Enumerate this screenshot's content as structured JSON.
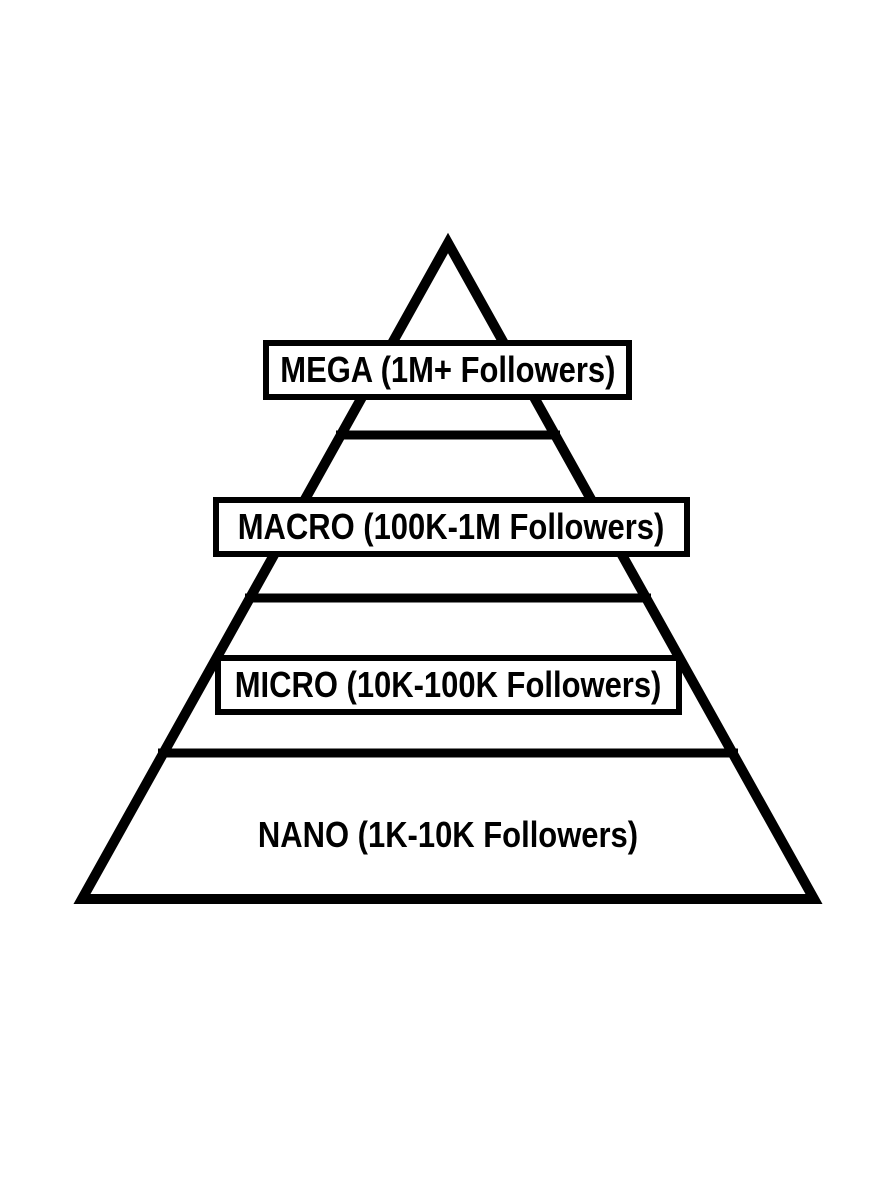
{
  "diagram": {
    "type": "pyramid",
    "subject": "influencer-follower-tiers",
    "colors": {
      "line": "#000000",
      "background": "#ffffff",
      "label_box_bg": "#ffffff",
      "text": "#000000"
    },
    "tiers": [
      {
        "name": "MEGA",
        "range": "1M+ Followers",
        "label": "MEGA (1M+ Followers)",
        "boxed": true,
        "position": "top"
      },
      {
        "name": "MACRO",
        "range": "100K-1M Followers",
        "label": "MACRO (100K-1M Followers)",
        "boxed": true,
        "position": "second"
      },
      {
        "name": "MICRO",
        "range": "10K-100K Followers",
        "label": "MICRO (10K-100K Followers)",
        "boxed": true,
        "position": "third"
      },
      {
        "name": "NANO",
        "range": "1K-10K Followers",
        "label": "NANO (1K-10K Followers)",
        "boxed": false,
        "position": "bottom"
      }
    ]
  }
}
